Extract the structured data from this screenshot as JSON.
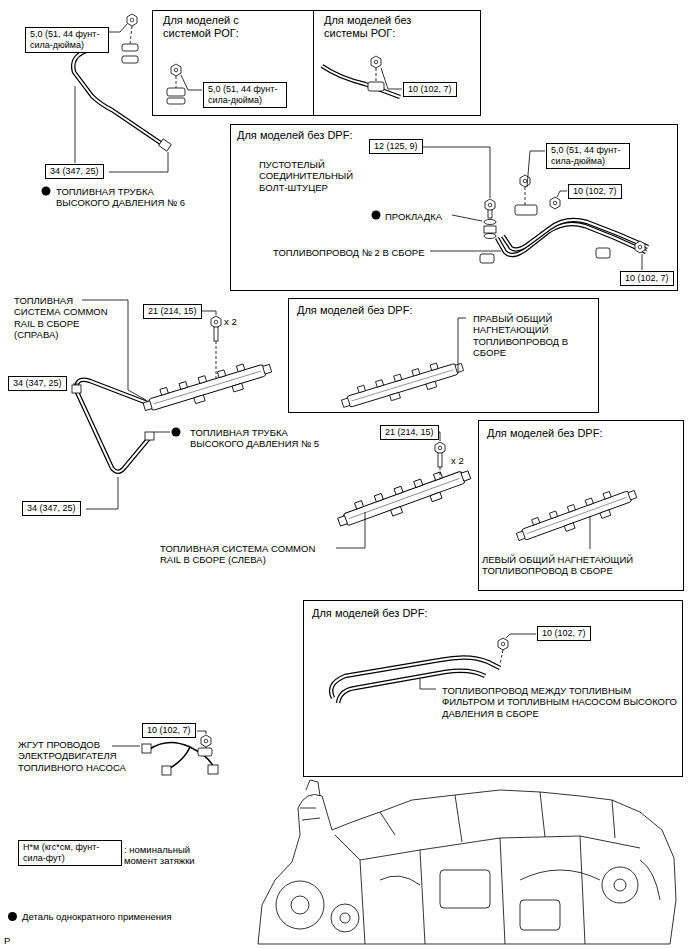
{
  "diagram": {
    "nodes": [
      {
        "text": [
          "5,0 (51, 44 фунт-сила-дюйма)"
        ]
      },
      {
        "text": [
          "Для моделей с системой РОГ:"
        ]
      },
      {
        "text": [
          "5,0 (51, 44 фунт-сила-дюйма)"
        ],
        "in": 1
      },
      {
        "text": [
          "Для моделей без системы РОГ:"
        ]
      },
      {
        "text": [
          "10 (102, 7)"
        ],
        "in": 3
      },
      {
        "text": [
          "34 (347, 25)"
        ]
      },
      {
        "text": [
          "Для моделей без DPF:",
          "ПУСТОТЕЛЫЙ СОЕДИНИТЕЛЬНЫЙ БОЛТ-ШТУЦЕР",
          "ПРОКЛАДКА",
          "ТОПЛИВОПРОВОД № 2 В СБОРЕ"
        ]
      },
      {
        "text": [
          "12 (125, 9)"
        ],
        "in": 6
      },
      {
        "text": [
          "5,0 (51, 44 фунт-сила-дюйма)"
        ],
        "in": 6
      },
      {
        "text": [
          "10 (102, 7)"
        ],
        "in": 6
      },
      {
        "text": [
          "10 (102, 7)"
        ],
        "in": 6
      },
      {
        "text": [
          "21 (214, 15)"
        ]
      },
      {
        "text": [
          "Для моделей без DPF:",
          "ПРАВЫЙ ОБЩИЙ НАГНЕТАЮЩИЙ ТОПЛИВОПРОВОД В СБОРЕ"
        ]
      },
      {
        "text": [
          "34 (347, 25)"
        ]
      },
      {
        "text": [
          "21 (214, 15)"
        ]
      },
      {
        "text": [
          "Для моделей без DPF:",
          "ЛЕВЫЙ ОБЩИЙ НАГНЕТАЮЩИЙ ТОПЛИВОПРОВОД В СБОРЕ"
        ]
      },
      {
        "text": [
          "34 (347, 25)"
        ]
      },
      {
        "text": [
          "Для моделей без DPF:",
          "ТОПЛИВОПРОВОД МЕЖДУ ТОПЛИВНЫМ ФИЛЬТРОМ И ТОПЛИВНЫМ НАСОСОМ ВЫСОКОГО ДАВЛЕНИЯ В СБОРЕ"
        ]
      },
      {
        "text": [
          "10 (102, 7)"
        ],
        "in": 17
      },
      {
        "text": [
          "10 (102, 7)"
        ]
      },
      {
        "text": [
          "Н*м (кгс*см, фунт-сила-фут)"
        ]
      }
    ],
    "labels": [
      "ТОПЛИВНАЯ ТРУБКА ВЫСОКОГО ДАВЛЕНИЯ № 6",
      "ТОПЛИВНАЯ СИСТЕМА COMMON RAIL В СБОРЕ (СПРАВА)",
      "x 2",
      "ТОПЛИВНАЯ ТРУБКА ВЫСОКОГО ДАВЛЕНИЯ № 5",
      "x 2",
      "ТОПЛИВНАЯ СИСТЕМА COMMON RAIL В СБОРЕ (СЛЕВА)",
      "ЖГУТ ПРОВОДОВ ЭЛЕКТРОДВИГАТЕЛЯ ТОПЛИВНОГО НАСОСА",
      ": номинальный момент затяжки",
      "P"
    ],
    "legend": [
      {
        "text": "Деталь однократного применения",
        "color": "#000000"
      }
    ]
  }
}
